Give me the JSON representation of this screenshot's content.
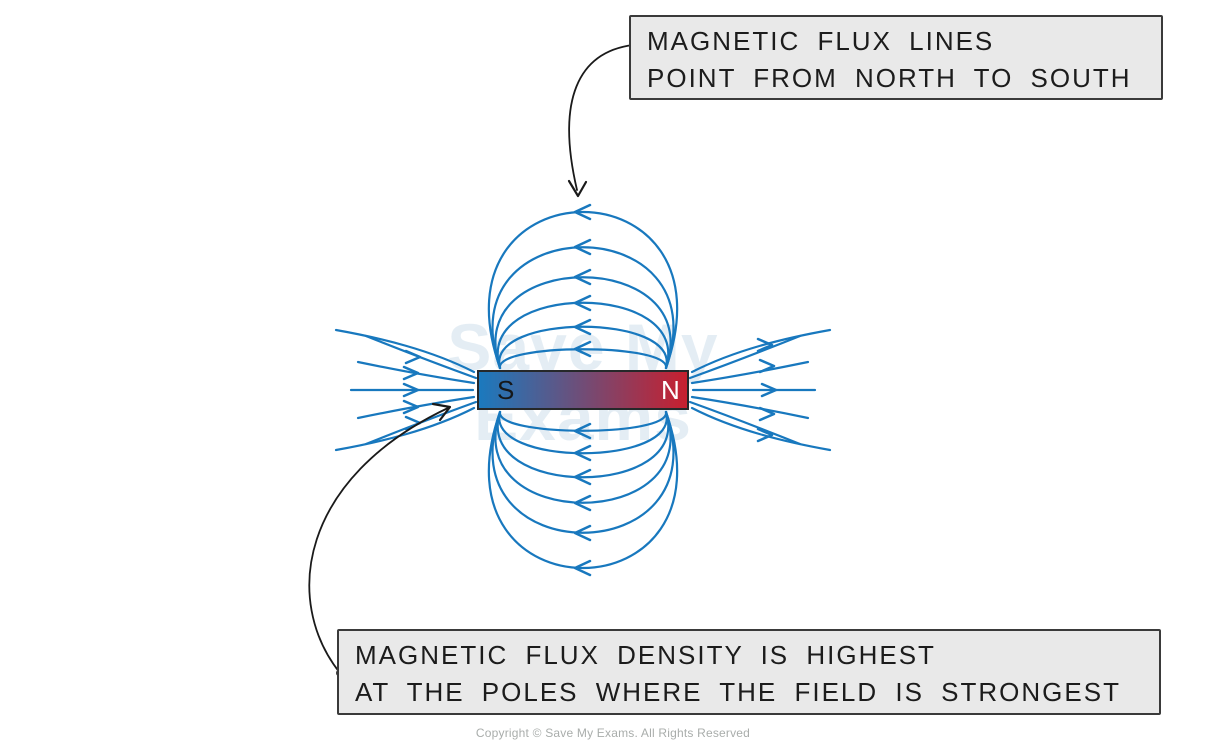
{
  "magnet": {
    "south_label": "S",
    "north_label": "N"
  },
  "colors": {
    "field_line": "#1878be",
    "annotation_ink": "#1a1a1a",
    "magnet_south": "#1a7abf",
    "magnet_north": "#c81f2e"
  },
  "annotations": {
    "top": {
      "line1": "MAGNETIC FLUX LINES",
      "line2": "POINT FROM NORTH TO SOUTH"
    },
    "bottom": {
      "line1": "MAGNETIC FLUX DENSITY IS HIGHEST",
      "line2": "AT THE POLES WHERE THE FIELD IS STRONGEST"
    }
  },
  "watermark": {
    "line1": "Save My",
    "line2": "Exams"
  },
  "footer": {
    "copyright": "Copyright © Save My Exams. All Rights Reserved"
  }
}
